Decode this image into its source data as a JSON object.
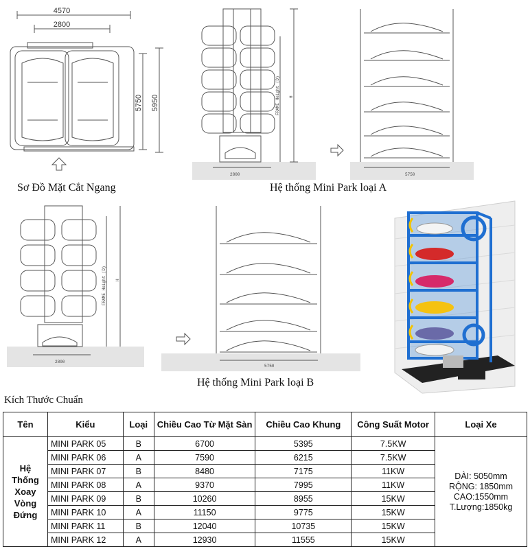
{
  "drawings": {
    "cross_section": {
      "caption": "Sơ Đồ Mặt Cắt Ngang",
      "dim_width_outer": "4570",
      "dim_width_inner": "2800",
      "dim_depth_inner": "5750",
      "dim_depth_outer": "5950"
    },
    "type_a": {
      "caption": "Hệ thống Mini Park loại A",
      "dim_front": "2800",
      "dim_side": "5750",
      "frame_label": "FRAME Height (D)",
      "height_label": "H"
    },
    "type_b": {
      "caption": "Hệ thống Mini Park loại B",
      "dim_front": "2800",
      "dim_side": "5750",
      "frame_label": "FRAME Height (D)",
      "height_label": "H"
    }
  },
  "table": {
    "section_title": "Kích Thước Chuẩn",
    "headers": {
      "name": "Tên",
      "model": "Kiểu",
      "type": "Loại",
      "floor_height": "Chiều Cao Từ Mặt Sàn",
      "frame_height": "Chiều Cao Khung",
      "motor": "Công Suất Motor",
      "car": "Loại Xe"
    },
    "group_name_lines": [
      "Hệ",
      "Thống",
      "Xoay",
      "Vòng",
      "Đứng"
    ],
    "rows": [
      {
        "model": "MINI PARK 05",
        "type": "B",
        "floor_height": "6700",
        "frame_height": "5395",
        "motor": "7.5KW"
      },
      {
        "model": "MINI PARK 06",
        "type": "A",
        "floor_height": "7590",
        "frame_height": "6215",
        "motor": "7.5KW"
      },
      {
        "model": "MINI PARK 07",
        "type": "B",
        "floor_height": "8480",
        "frame_height": "7175",
        "motor": "11KW"
      },
      {
        "model": "MINI PARK 08",
        "type": "A",
        "floor_height": "9370",
        "frame_height": "7995",
        "motor": "11KW"
      },
      {
        "model": "MINI PARK 09",
        "type": "B",
        "floor_height": "10260",
        "frame_height": "8955",
        "motor": "15KW"
      },
      {
        "model": "MINI PARK 10",
        "type": "A",
        "floor_height": "11150",
        "frame_height": "9775",
        "motor": "15KW"
      },
      {
        "model": "MINI PARK 11",
        "type": "B",
        "floor_height": "12040",
        "frame_height": "10735",
        "motor": "15KW"
      },
      {
        "model": "MINI PARK 12",
        "type": "A",
        "floor_height": "12930",
        "frame_height": "11555",
        "motor": "15KW"
      }
    ],
    "car_spec_lines": [
      "DÀI: 5050mm",
      "RỘNG: 1850mm",
      "CAO:1550mm",
      "T.Lượng:1850kg"
    ]
  }
}
